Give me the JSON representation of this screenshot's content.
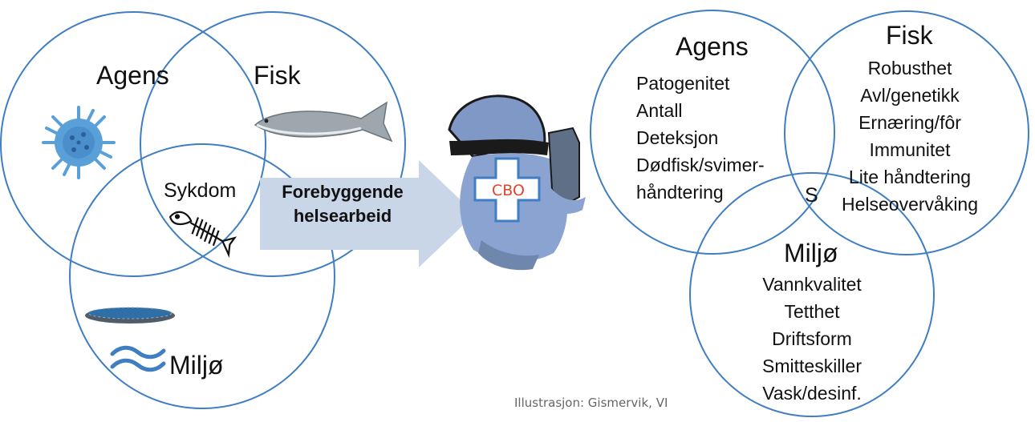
{
  "left_diagram": {
    "agens_label": "Agens",
    "fisk_label": "Fisk",
    "sykdom_label": "Sykdom",
    "miljo_label": "Miljø"
  },
  "arrow": {
    "line1": "Forebyggende",
    "line2": "helsearbeid"
  },
  "figure": {
    "badge_text": "CBO"
  },
  "right_diagram": {
    "agens": {
      "title": "Agens",
      "items": [
        "Patogenitet",
        "Antall",
        "Deteksjon",
        "Dødfisk/svimer-",
        "håndtering"
      ]
    },
    "fisk": {
      "title": "Fisk",
      "items": [
        "Robusthet",
        "Avl/genetikk",
        "Ernæring/fôr",
        "Immunitet",
        "Lite håndtering",
        "Helseovervåking"
      ]
    },
    "center_letter": "S",
    "miljo": {
      "title": "Miljø",
      "items": [
        "Vannkvalitet",
        "Tetthet",
        "Driftsform",
        "Smitteskiller",
        "Vask/desinf."
      ]
    }
  },
  "credit": "Illustrasjon: Gismervik, VI",
  "colors": {
    "circle_stroke": "#3f7ec2",
    "arrow_fill": "#c9d6e8",
    "badge_text": "#e0442e",
    "figure": "#8ba3d0"
  }
}
